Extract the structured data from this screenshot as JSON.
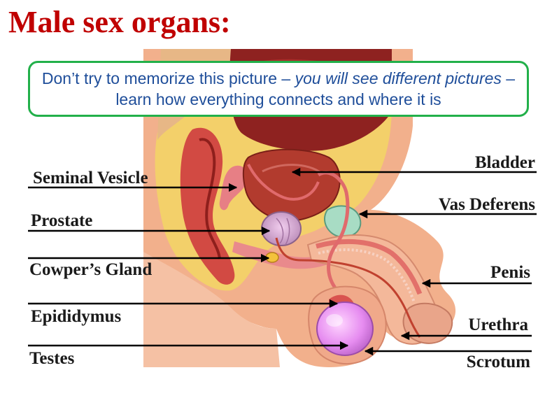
{
  "slide": {
    "title": "Male sex organs:",
    "note": {
      "part1": "Don’t try to memorize this picture – ",
      "emph1": "you will see different pictures",
      "part2": " – learn how everything connects and where it is"
    }
  },
  "colors": {
    "title": "#c00000",
    "note_text": "#1f4e9a",
    "note_border": "#22b04a",
    "skin": "#f2b08c",
    "testis": "#e68cf0",
    "prostate": "#dba8d6",
    "bladder": "#b23b2e"
  },
  "labels": {
    "left": [
      "Seminal Vesicle",
      "Prostate",
      "Cowper’s Gland",
      "Epididymus",
      "Testes"
    ],
    "right": [
      "Bladder",
      "Vas Deferens",
      "Penis",
      "Urethra",
      "Scrotum"
    ]
  }
}
